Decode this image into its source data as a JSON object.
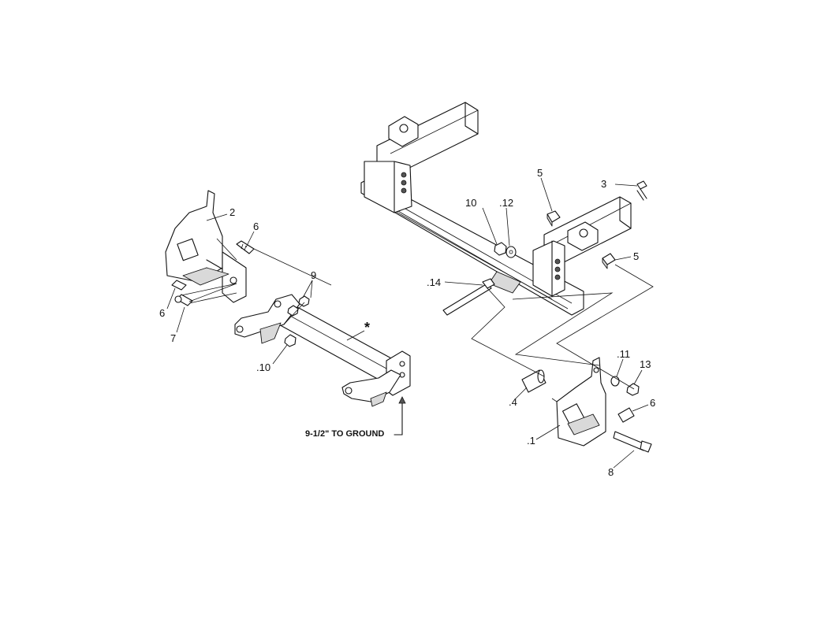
{
  "labels": {
    "l2": "2",
    "l6a": "6",
    "l6b": "6",
    "l7": "7",
    "l9": "9",
    "l10a": "10",
    "l10b": ".10",
    "l12": ".12",
    "l5a": "5",
    "l5b": "5",
    "l3": "3",
    "l14": ".14",
    "l11": ".11",
    "l13": "13",
    "l6c": "6",
    "l4": ".4",
    "l1": ".1",
    "l8": "8",
    "star": "*"
  },
  "note": {
    "ground": "9-1/2\" TO GROUND"
  }
}
